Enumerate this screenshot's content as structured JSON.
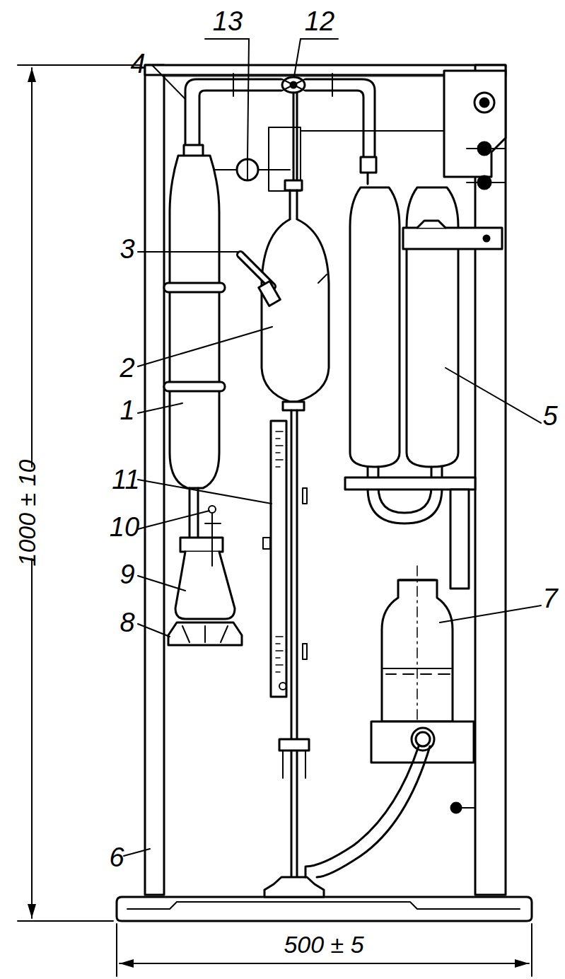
{
  "diagram": {
    "labels": [
      "13",
      "12",
      "4",
      "3",
      "2",
      "1",
      "11",
      "10",
      "9",
      "8",
      "5",
      "7",
      "6",
      "1000 ± 10",
      "500 ± 5"
    ]
  }
}
